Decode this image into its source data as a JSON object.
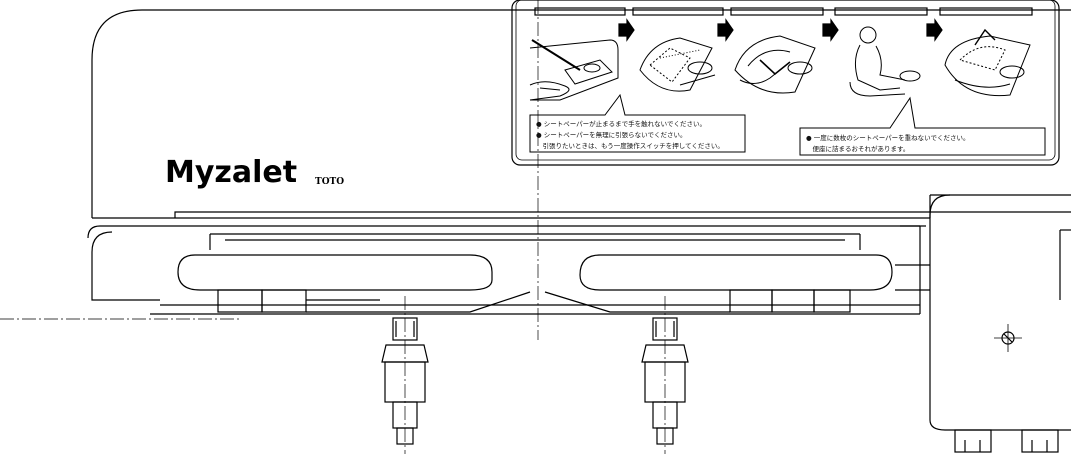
{
  "brand": {
    "product_name": "Myzalet",
    "maker": "TOTO"
  },
  "instruction_panel": {
    "steps": [
      {
        "icon": "hand-pressing-switch-icon"
      },
      {
        "icon": "paper-feeding-icon"
      },
      {
        "icon": "paper-covering-seat-icon"
      },
      {
        "icon": "person-seated-icon"
      },
      {
        "icon": "paper-removal-icon"
      }
    ],
    "notes_left": [
      "● シートペーパーが止まるまで手を触れないでください。",
      "● シートペーパーを無理に引張らないでください。",
      "　引張りたいときは、もう一度操作スイッチを押してください。"
    ],
    "notes_right": [
      "● 一度に数枚のシートペーパーを重ねないでください。",
      "　便座に詰まるおそれがあります。"
    ]
  }
}
